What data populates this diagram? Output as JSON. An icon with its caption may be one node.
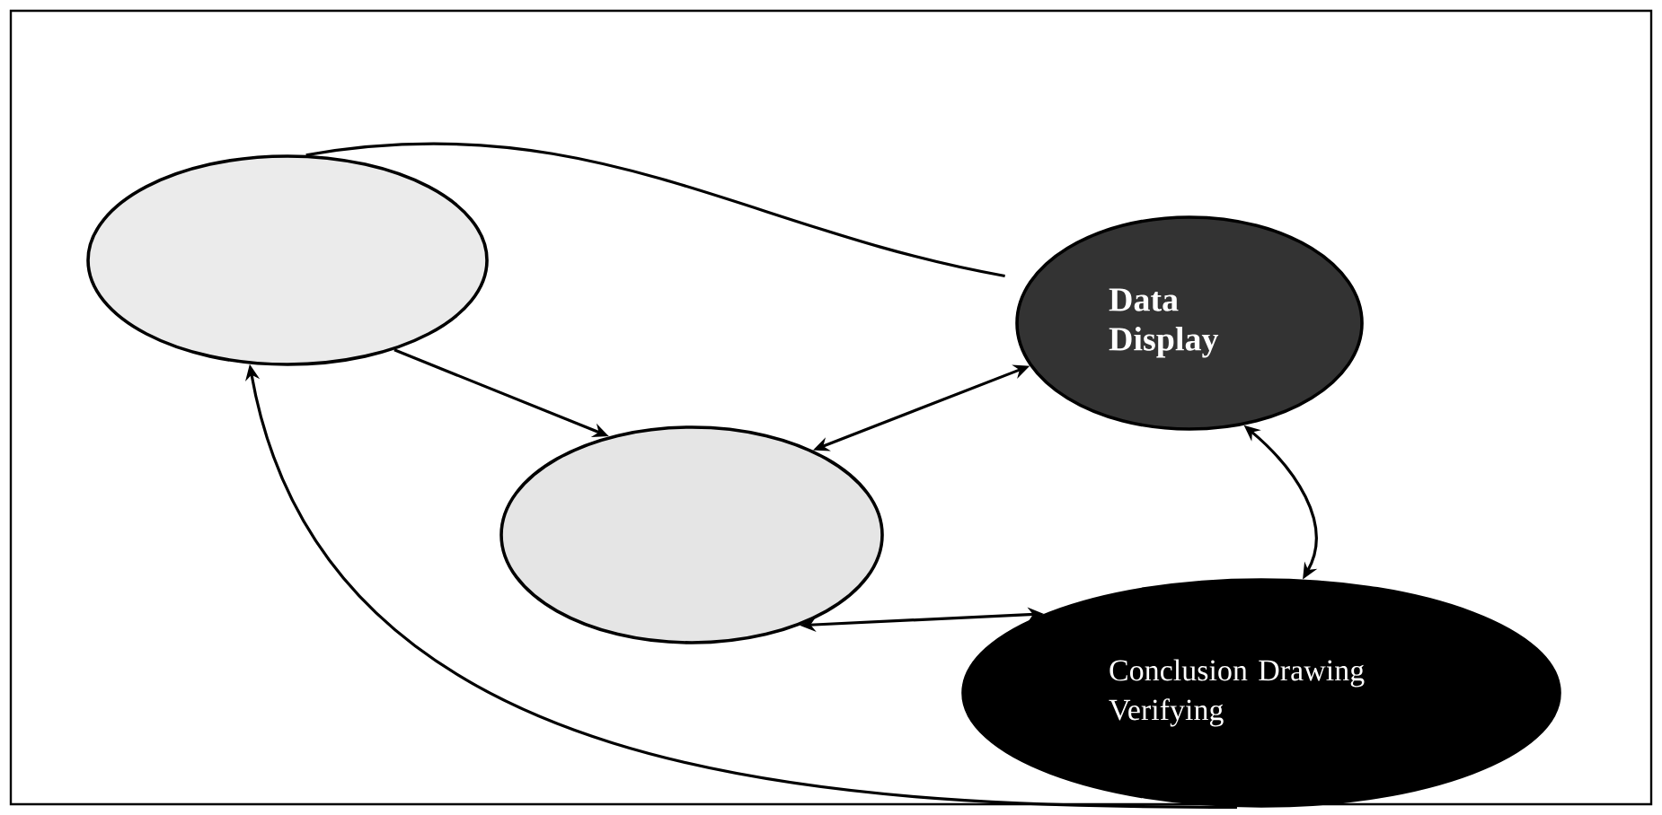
{
  "diagram": {
    "nodes": [
      {
        "text": [],
        "shape": "ellipse"
      },
      {
        "text": [],
        "shape": "ellipse"
      },
      {
        "text": [
          "Data Display"
        ]
      },
      {
        "text": [
          "Conclusion Drawing Verifying"
        ]
      }
    ],
    "edges": [
      {
        "from": 0,
        "to": 1,
        "arrow": "to"
      },
      {
        "from": 1,
        "to": 2,
        "arrow": "both"
      },
      {
        "from": 2,
        "to": 3,
        "arrow": "both"
      },
      {
        "from": 1,
        "to": 3,
        "arrow": "both"
      },
      {
        "from": 3,
        "to": 0,
        "arrow": "to"
      },
      {
        "from": 0,
        "to": 2,
        "arrow": "none"
      }
    ]
  }
}
